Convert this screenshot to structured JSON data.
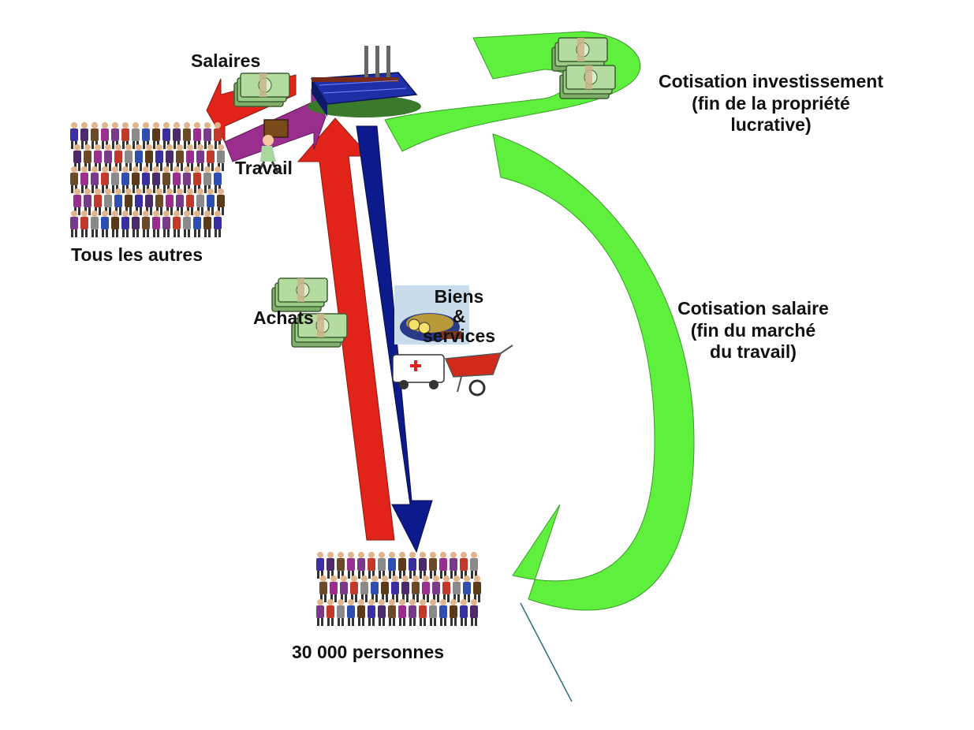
{
  "labels": {
    "salaires": "Salaires",
    "travail": "Travail",
    "tous_les_autres": "Tous les autres",
    "achats": "Achats",
    "biens_services": "Biens\n&\nservices",
    "personnes": "30 000 personnes",
    "cotisation_investissement": "Cotisation investissement\n(fin de la propriété\nlucrative)",
    "cotisation_salaire": "Cotisation salaire\n(fin du marché\ndu travail)"
  },
  "colors": {
    "green_arrow": "#5ef03c",
    "red_arrow": "#e2231a",
    "blue_arrow": "#0d1a8c",
    "purple_arrow": "#9a2e8f",
    "money": "#8fbf7a"
  },
  "icons": {
    "factory": "factory-icon",
    "money": "money-stack-icon",
    "crowd": "crowd-icon",
    "worker": "worker-carrying-box-icon",
    "goods": "goods-food-icon",
    "ambulance": "ambulance-icon",
    "wheelbarrow": "wheelbarrow-icon"
  }
}
